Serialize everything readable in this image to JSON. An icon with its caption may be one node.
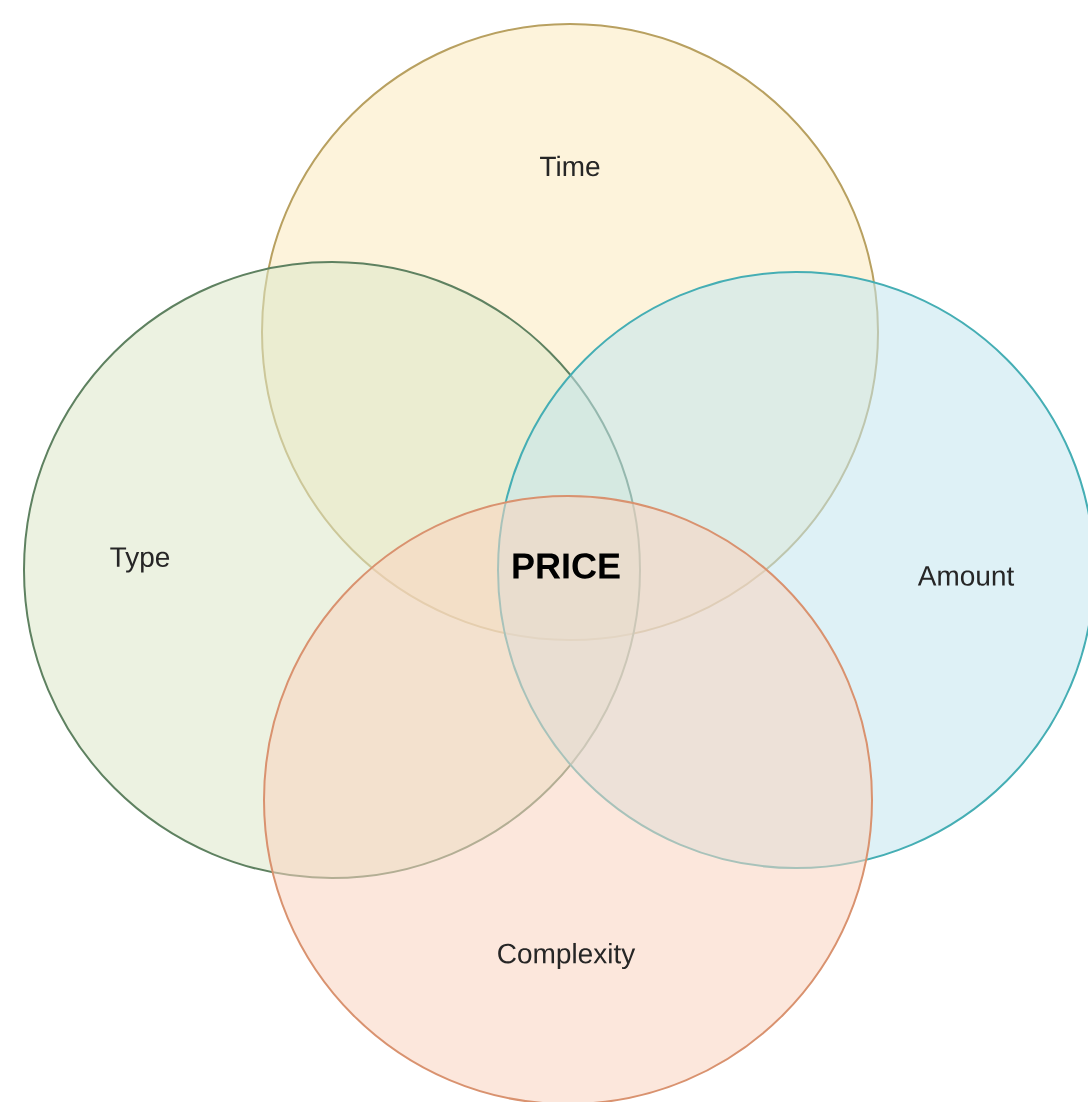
{
  "diagram": {
    "nodes": [
      {
        "text": [
          "Time"
        ]
      },
      {
        "text": [
          "Type"
        ]
      },
      {
        "text": [
          "Amount"
        ]
      },
      {
        "text": [
          "Complexity"
        ]
      }
    ],
    "labels": [
      "PRICE"
    ]
  }
}
